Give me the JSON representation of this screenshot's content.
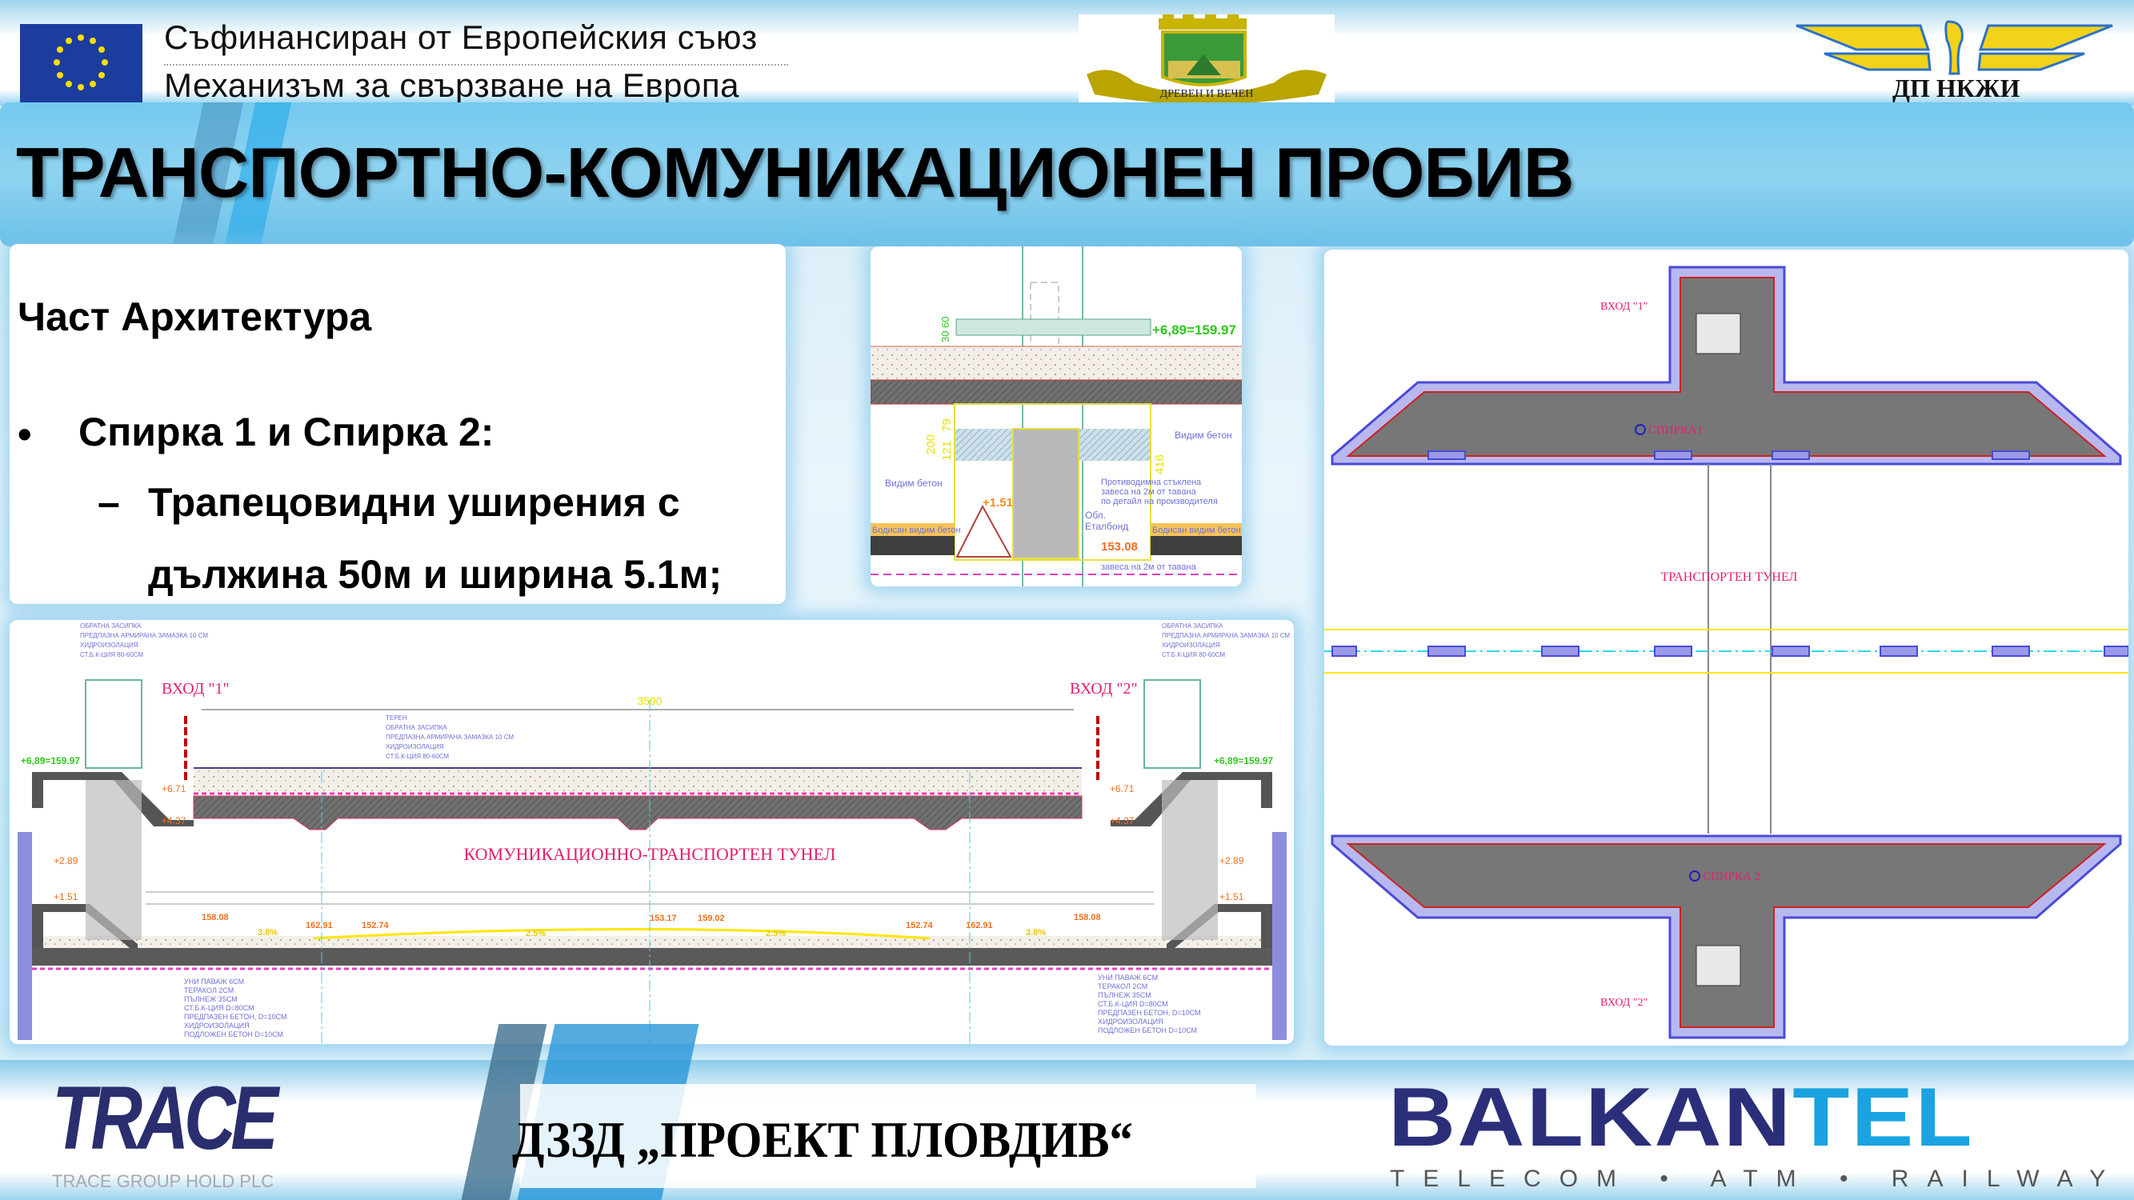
{
  "header": {
    "eu_line1": "Съфинансиран от Европейския съюз",
    "eu_line2": "Механизъм за свързване на Европа",
    "crest_motto": "ДРЕВЕН И ВЕЧЕН",
    "nkzhi_label": "ДП НКЖИ"
  },
  "title": "ТРАНСПОРТНО-КОМУНИКАЦИОНЕН ПРОБИВ",
  "content": {
    "heading": "Част Архитектура",
    "bullet_marker": "•",
    "bullet": "Спирка 1 и Спирка 2:",
    "sub_marker": "–",
    "sub_line1": "Трапецовидни уширения с",
    "sub_line2": "дължина 50м и ширина 5.1м;"
  },
  "detail_drawing": {
    "elev_top": "+6,89=159.97",
    "dim_30_60": "30 60",
    "dim_200": "200",
    "dim_79": "79",
    "dim_121": "121",
    "dim_416": "416",
    "visible_concrete_left": "Видим бетон",
    "visible_concrete_right": "Видим бетон",
    "smoke_curtain_1": "Противодимна стъклена",
    "smoke_curtain_2": "завеса на 2м от тавана",
    "smoke_curtain_3": "по детайл на производителя",
    "elev_151": "+1.51",
    "cladding_1": "Обл.",
    "cladding_2": "Еталбонд",
    "elev_15308": "153.08",
    "bush_concrete": "Бодисан видим бетон",
    "curtain_bottom": "завеса на 2м от тавана"
  },
  "section_drawing": {
    "entrance_1": "ВХОД \"1\"",
    "entrance_2": "ВХОД \"2\"",
    "span": "3590",
    "tunnel_label": "КОМУНИКАЦИОННО-ТРАНСПОРТЕН ТУНЕЛ",
    "elev_left": "+6,89=159.97",
    "elev_right": "+6,89=159.97",
    "elev_671": "+6.71",
    "elev_437": "+4.37",
    "elev_289": "+2.89",
    "elev_151": "+1.51",
    "levels": [
      "158.08",
      "162.91",
      "152.74",
      "153.17",
      "159.02",
      "152.74",
      "162.91",
      "158.08"
    ],
    "slopes": [
      "3.8%",
      "2.5%",
      "2.5%",
      "3.8%"
    ],
    "layers_top": [
      "ТЕРЕН",
      "ОБРАТНА ЗАСИПКА",
      "ПРЕДПАЗНА АРМИРАНА ЗАМАЗКА 10 СМ",
      "ХИДРОИЗОЛАЦИЯ",
      "СТ.Б.К-ЦИЯ 80-60СМ"
    ],
    "layers_bottom": [
      "УНИ ПАВАЖ 6СМ",
      "ТЕРАКОЛ 2СМ",
      "ПЪЛНЕЖ 35СМ",
      "СТ.Б.К-ЦИЯ D=80СМ",
      "ПРЕДПАЗЕН БЕТОН, D=10СМ",
      "ХИДРОИЗОЛАЦИЯ",
      "ПОДЛОЖЕН БЕТОН D=10СМ"
    ]
  },
  "plan_drawing": {
    "entrance_1": "ВХОД \"1\"",
    "entrance_2": "ВХОД \"2\"",
    "stop_1": "СПИРКА1",
    "stop_2": "СПИРКА 2",
    "tunnel_label": "ТРАНСПОРТЕН ТУНЕЛ"
  },
  "footer": {
    "trace_logo": "TRACE",
    "trace_sub": "TRACE GROUP HOLD PLC",
    "project": "ДЗЗД   „ПРОЕКТ ПЛОВДИВ“",
    "balkan": "BALKAN",
    "tel": "TEL",
    "balkantel_sub": "TELECOM • ATM • RAILWAY"
  },
  "colors": {
    "title_band": "#7fcfef",
    "eu_blue": "#1d3d9e",
    "eu_star": "#ffdd00",
    "drawing_pink": "#e2206f",
    "drawing_blue": "#4a4ad8",
    "drawing_yellow": "#ffe600",
    "balkantel_navy": "#2b2f7a",
    "balkantel_cyan": "#1aa3e0",
    "trace_navy": "#2a2e6e"
  }
}
